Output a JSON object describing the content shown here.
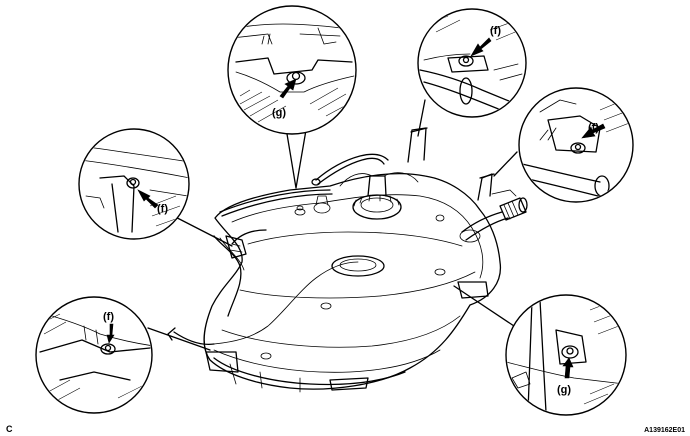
{
  "corner_letter": "C",
  "figure_id": "A139162E01",
  "callouts": {
    "top_center": "(g)",
    "top_right": "(f)",
    "right": "(f)",
    "left": "(f)",
    "bottom_left": "(f)",
    "bottom_right": "(g)"
  }
}
